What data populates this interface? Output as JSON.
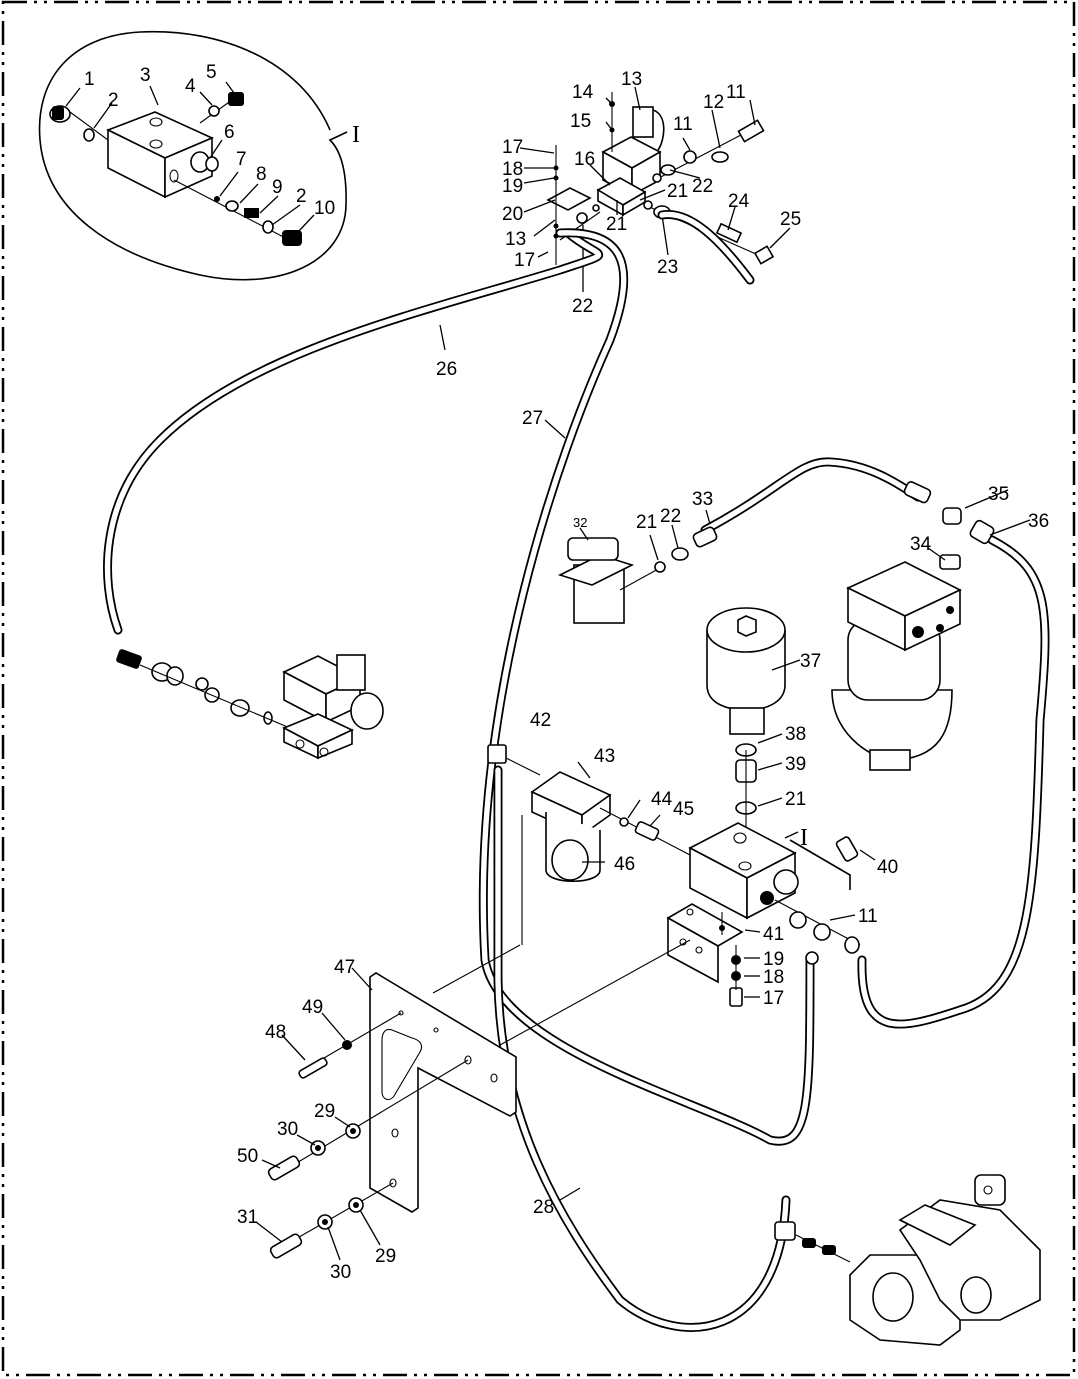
{
  "diagram": {
    "type": "exploded-parts-hydraulic-assembly",
    "detail_view": {
      "label": "I",
      "callouts": [
        "1",
        "2",
        "3",
        "4",
        "5",
        "6",
        "7",
        "8",
        "9",
        "2",
        "10"
      ]
    },
    "callouts": {
      "c1": "1",
      "c2a": "2",
      "c3": "3",
      "c4": "4",
      "c5": "5",
      "c6": "6",
      "c7": "7",
      "c8": "8",
      "c9": "9",
      "c2b": "2",
      "c10": "10",
      "detailI": "I",
      "c13a": "13",
      "c14": "14",
      "c15": "15",
      "c11a": "11",
      "c12": "12",
      "c11b": "11",
      "c17a": "17",
      "c18a": "18",
      "c19a": "19",
      "c16": "16",
      "c22a": "22",
      "c21a": "21",
      "c20": "20",
      "c21b": "21",
      "c13b": "13",
      "c24": "24",
      "c25": "25",
      "c17b": "17",
      "c23": "23",
      "c22b": "22",
      "c26": "26",
      "c27": "27",
      "c32": "32",
      "c21c": "21",
      "c22c": "22",
      "c33": "33",
      "c35": "35",
      "c36": "36",
      "c34": "34",
      "c37": "37",
      "c38": "38",
      "c39": "39",
      "c21d": "21",
      "c42": "42",
      "c43": "43",
      "c44": "44",
      "c45": "45",
      "c46": "46",
      "assyI": "I",
      "c40": "40",
      "c11c": "11",
      "c41": "41",
      "c19b": "19",
      "c18b": "18",
      "c17c": "17",
      "c47": "47",
      "c49": "49",
      "c48": "48",
      "c29a": "29",
      "c30a": "30",
      "c50": "50",
      "c31": "31",
      "c30b": "30",
      "c29b": "29",
      "c28": "28"
    },
    "components": [
      "detail-valve-block-I",
      "solenoid-valve-top",
      "hose-26",
      "hose-27",
      "hose-28",
      "switch-32",
      "rotary-joint",
      "accumulator-37",
      "filter-43",
      "valve-block-I",
      "bracket-41",
      "mounting-plate-47",
      "solenoid-valve-left",
      "hydraulic-pump"
    ]
  }
}
